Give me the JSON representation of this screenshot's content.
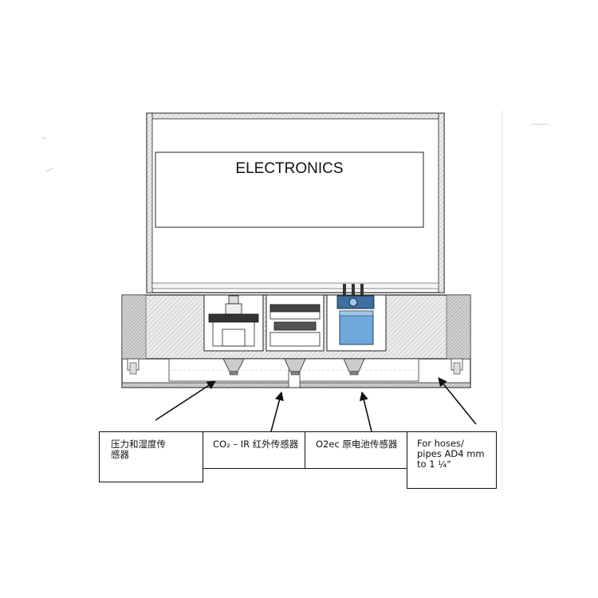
{
  "diagram": {
    "electronics_label": "ELECTRONICS",
    "callouts": [
      {
        "id": "pressure-humidity",
        "text_line1": "压力和湿度传",
        "text_line2": "感器"
      },
      {
        "id": "co2-ir",
        "text": "CO₂ – IR 红外传感器"
      },
      {
        "id": "o2ec",
        "text": "O2ec 原电池传感器"
      },
      {
        "id": "hoses",
        "text_line1": "For hoses/",
        "text_line2": "pipes AD4 mm",
        "text_line3": "to 1 ¼\""
      }
    ],
    "colors": {
      "line": "#222222",
      "hatch": "#b8b8b8",
      "o2_sensor": "#6fa8dc",
      "background": "#ffffff"
    }
  }
}
